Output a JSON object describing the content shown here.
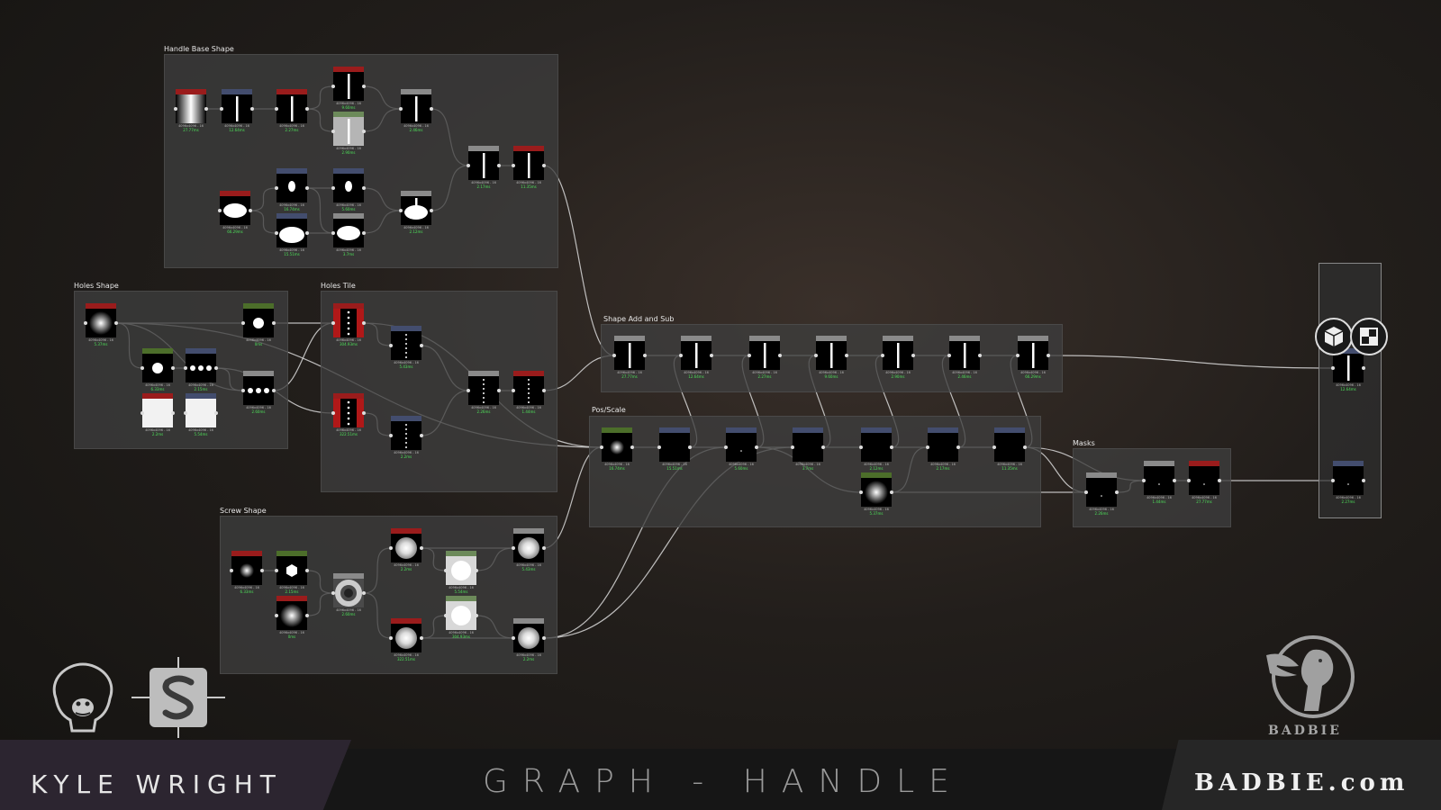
{
  "frames": [
    {
      "id": "handle",
      "title": "Handle Base Shape",
      "name": "frame-handle-base-shape"
    },
    {
      "id": "holes",
      "title": "Holes Shape",
      "name": "frame-holes-shape"
    },
    {
      "id": "tile",
      "title": "Holes Tile",
      "name": "frame-holes-tile"
    },
    {
      "id": "screw",
      "title": "Screw Shape",
      "name": "frame-screw-shape"
    },
    {
      "id": "add",
      "title": "Shape Add and Sub",
      "name": "frame-shape-add-and-sub"
    },
    {
      "id": "pos",
      "title": "Pos/Scale",
      "name": "frame-pos-scale"
    },
    {
      "id": "masks",
      "title": "Masks",
      "name": "frame-masks"
    },
    {
      "id": "out",
      "title": "",
      "name": "frame-outputs"
    }
  ],
  "node_info": "4096x4096 - 16",
  "colors": {
    "red": "#9a1c1c",
    "blue": "#434d6e",
    "green": "#4c6e2a",
    "gray": "#8a8a8a",
    "ltgreen": "#6c8a5a",
    "time": "#4ee05a",
    "tile_red": "#b01818"
  },
  "branding": {
    "author": "KYLE WRIGHT",
    "title": "GRAPH - HANDLE",
    "site": "BADBIE.com",
    "logo_text": "BADBIE"
  },
  "icons": {
    "monkey": "monkey-skull-logo-icon",
    "substance": "substance-designer-logo-icon",
    "badbie": "badbie-angel-logo-icon",
    "output_3d": "3d-view-icon",
    "output_2d": "2d-view-icon"
  }
}
